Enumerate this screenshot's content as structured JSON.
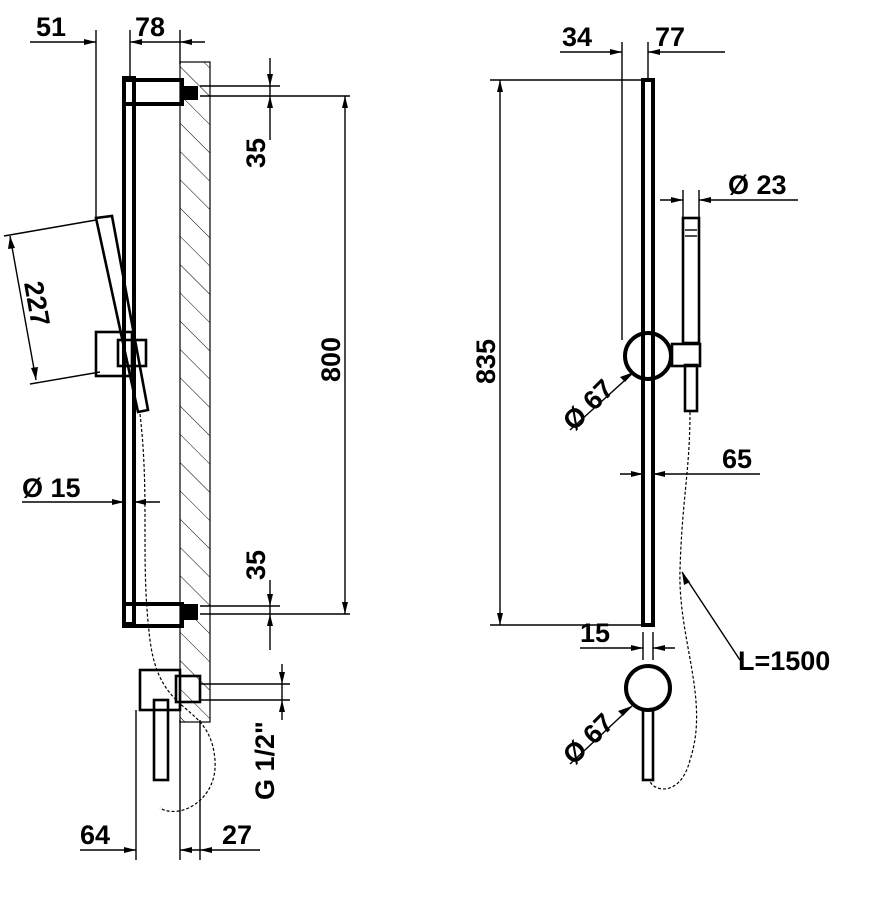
{
  "side_view": {
    "dimensions": {
      "top_offset": "51",
      "top_depth": "78",
      "bracket_height_top": "35",
      "rail_length": "800",
      "bracket_height_bottom": "35",
      "handshower_length": "227",
      "rail_diameter": "Ø 15",
      "outlet_thread": "G 1/2\"",
      "outlet_projection": "64",
      "outlet_wall": "27"
    }
  },
  "front_view": {
    "dimensions": {
      "top_offset": "34",
      "top_width": "77",
      "handshower_diameter": "Ø 23",
      "total_height": "835",
      "slider_diameter": "Ø 67",
      "slider_spacing": "65",
      "rail_width": "15",
      "hose_length": "L=1500",
      "outlet_diameter": "Ø 67"
    }
  }
}
